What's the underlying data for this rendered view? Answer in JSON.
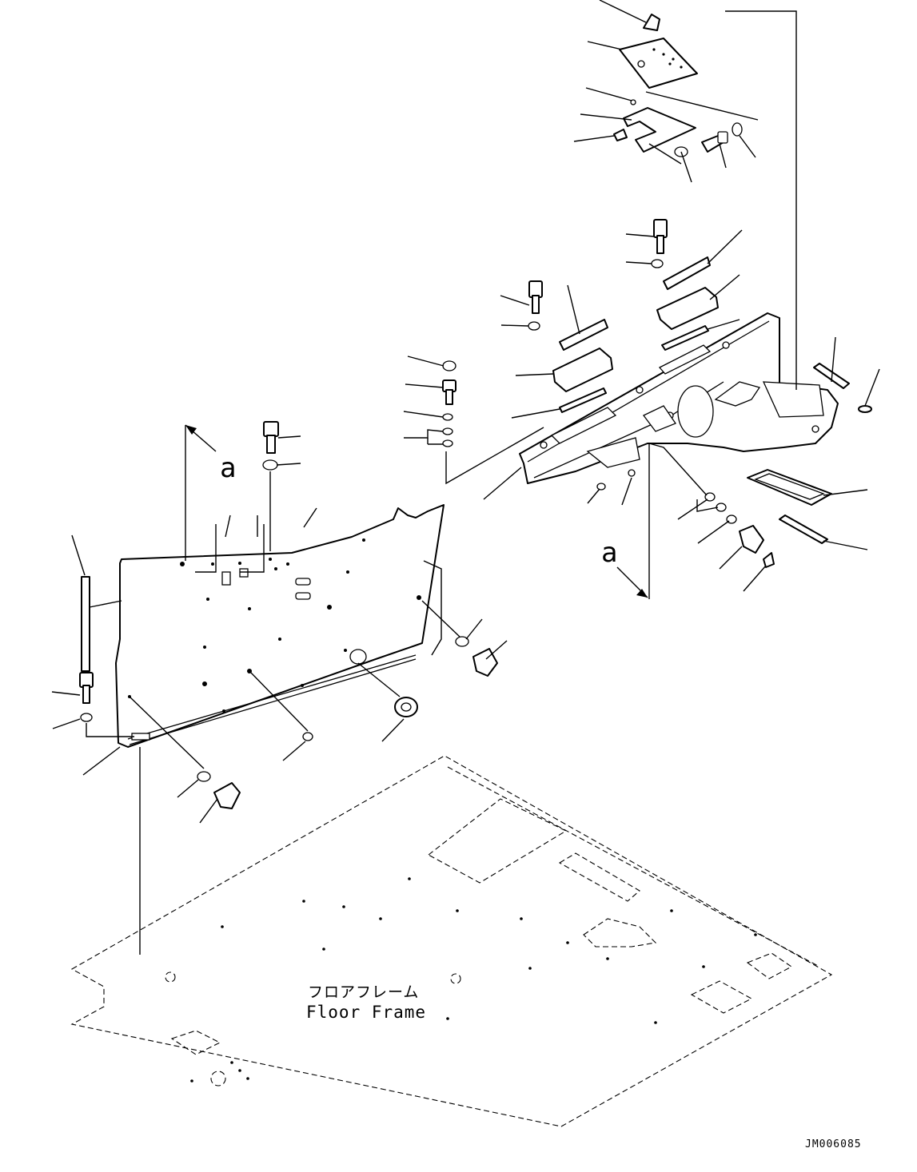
{
  "labels": {
    "floor_frame_jp": "フロアフレーム",
    "floor_frame_en": "Floor Frame",
    "view_arrow_left": "a",
    "view_arrow_right": "a",
    "drawing_number": "JM006085"
  },
  "colors": {
    "ink": "#000000",
    "paper": "#ffffff"
  }
}
